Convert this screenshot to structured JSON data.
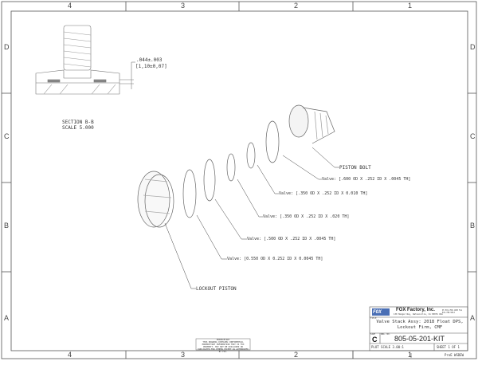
{
  "border": {
    "columns": [
      "4",
      "3",
      "2",
      "1"
    ],
    "rows": [
      "D",
      "C",
      "B",
      "A"
    ]
  },
  "section": {
    "dimension_in": ".044±.003",
    "dimension_mm": "[1,10±0,07]",
    "title": "SECTION  B-B",
    "scale": "SCALE  5.000"
  },
  "callouts": [
    {
      "text": "PISTON BOLT"
    },
    {
      "text": "Valve: [.600 OD X .252 ID X .0045 TH]"
    },
    {
      "text": "Valve: [.350 OD X .252 ID X 0.010 TH]"
    },
    {
      "text": "Valve: [.350 OD X .252 ID X .020 TH]"
    },
    {
      "text": "Valve: [.500 OD X .252 ID X .0045 TH]"
    },
    {
      "text": "Valve: [0.550 OD X 0.252 ID X 0.0045 TH]"
    },
    {
      "text": "LOCKOUT PISTON"
    }
  ],
  "proprietary_note": {
    "heading": "PROPRIETARY",
    "body": "THIS DRAWING CONTAINS CONFIDENTIAL PROPRIETARY INFORMATION THAT IS FOX PROPERTY. MAY NOT BE DISCLOSED OR DUPLICATED FOR OTHERS EXCEPT AS AUTHORIZED BY FOX."
  },
  "title_block": {
    "logo": "FOX",
    "company": "FOX Factory, Inc.",
    "address": "130 Hangar Way, Watsonville, CA 95076 USA",
    "phone": "Ph 831-768-1100 Fax 831-768-9312",
    "title_label": "TITLE",
    "title": "Valve Stack Assy: 2018 Float DPS, Lockout Firm, CMF",
    "size_label": "SIZE",
    "size": "C",
    "dwg_label": "DWG. NO.",
    "dwg_no": "805-05-201-KIT",
    "scale": "PLOT SCALE 3.00:1",
    "sheet": "SHEET 1 OF 1"
  },
  "footer": {
    "software": "ProE WSDEW"
  }
}
